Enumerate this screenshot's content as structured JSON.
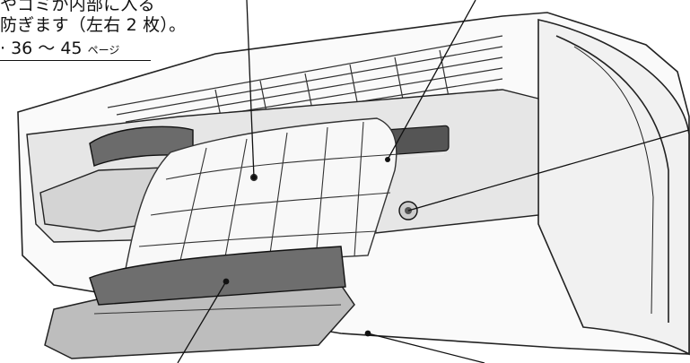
{
  "callout": {
    "line1": "やゴミが内部に入る",
    "line2": "防ぎます（左右 2 枚）。",
    "ref_prefix": "· 36 〜 45",
    "ref_unit": "ページ"
  }
}
